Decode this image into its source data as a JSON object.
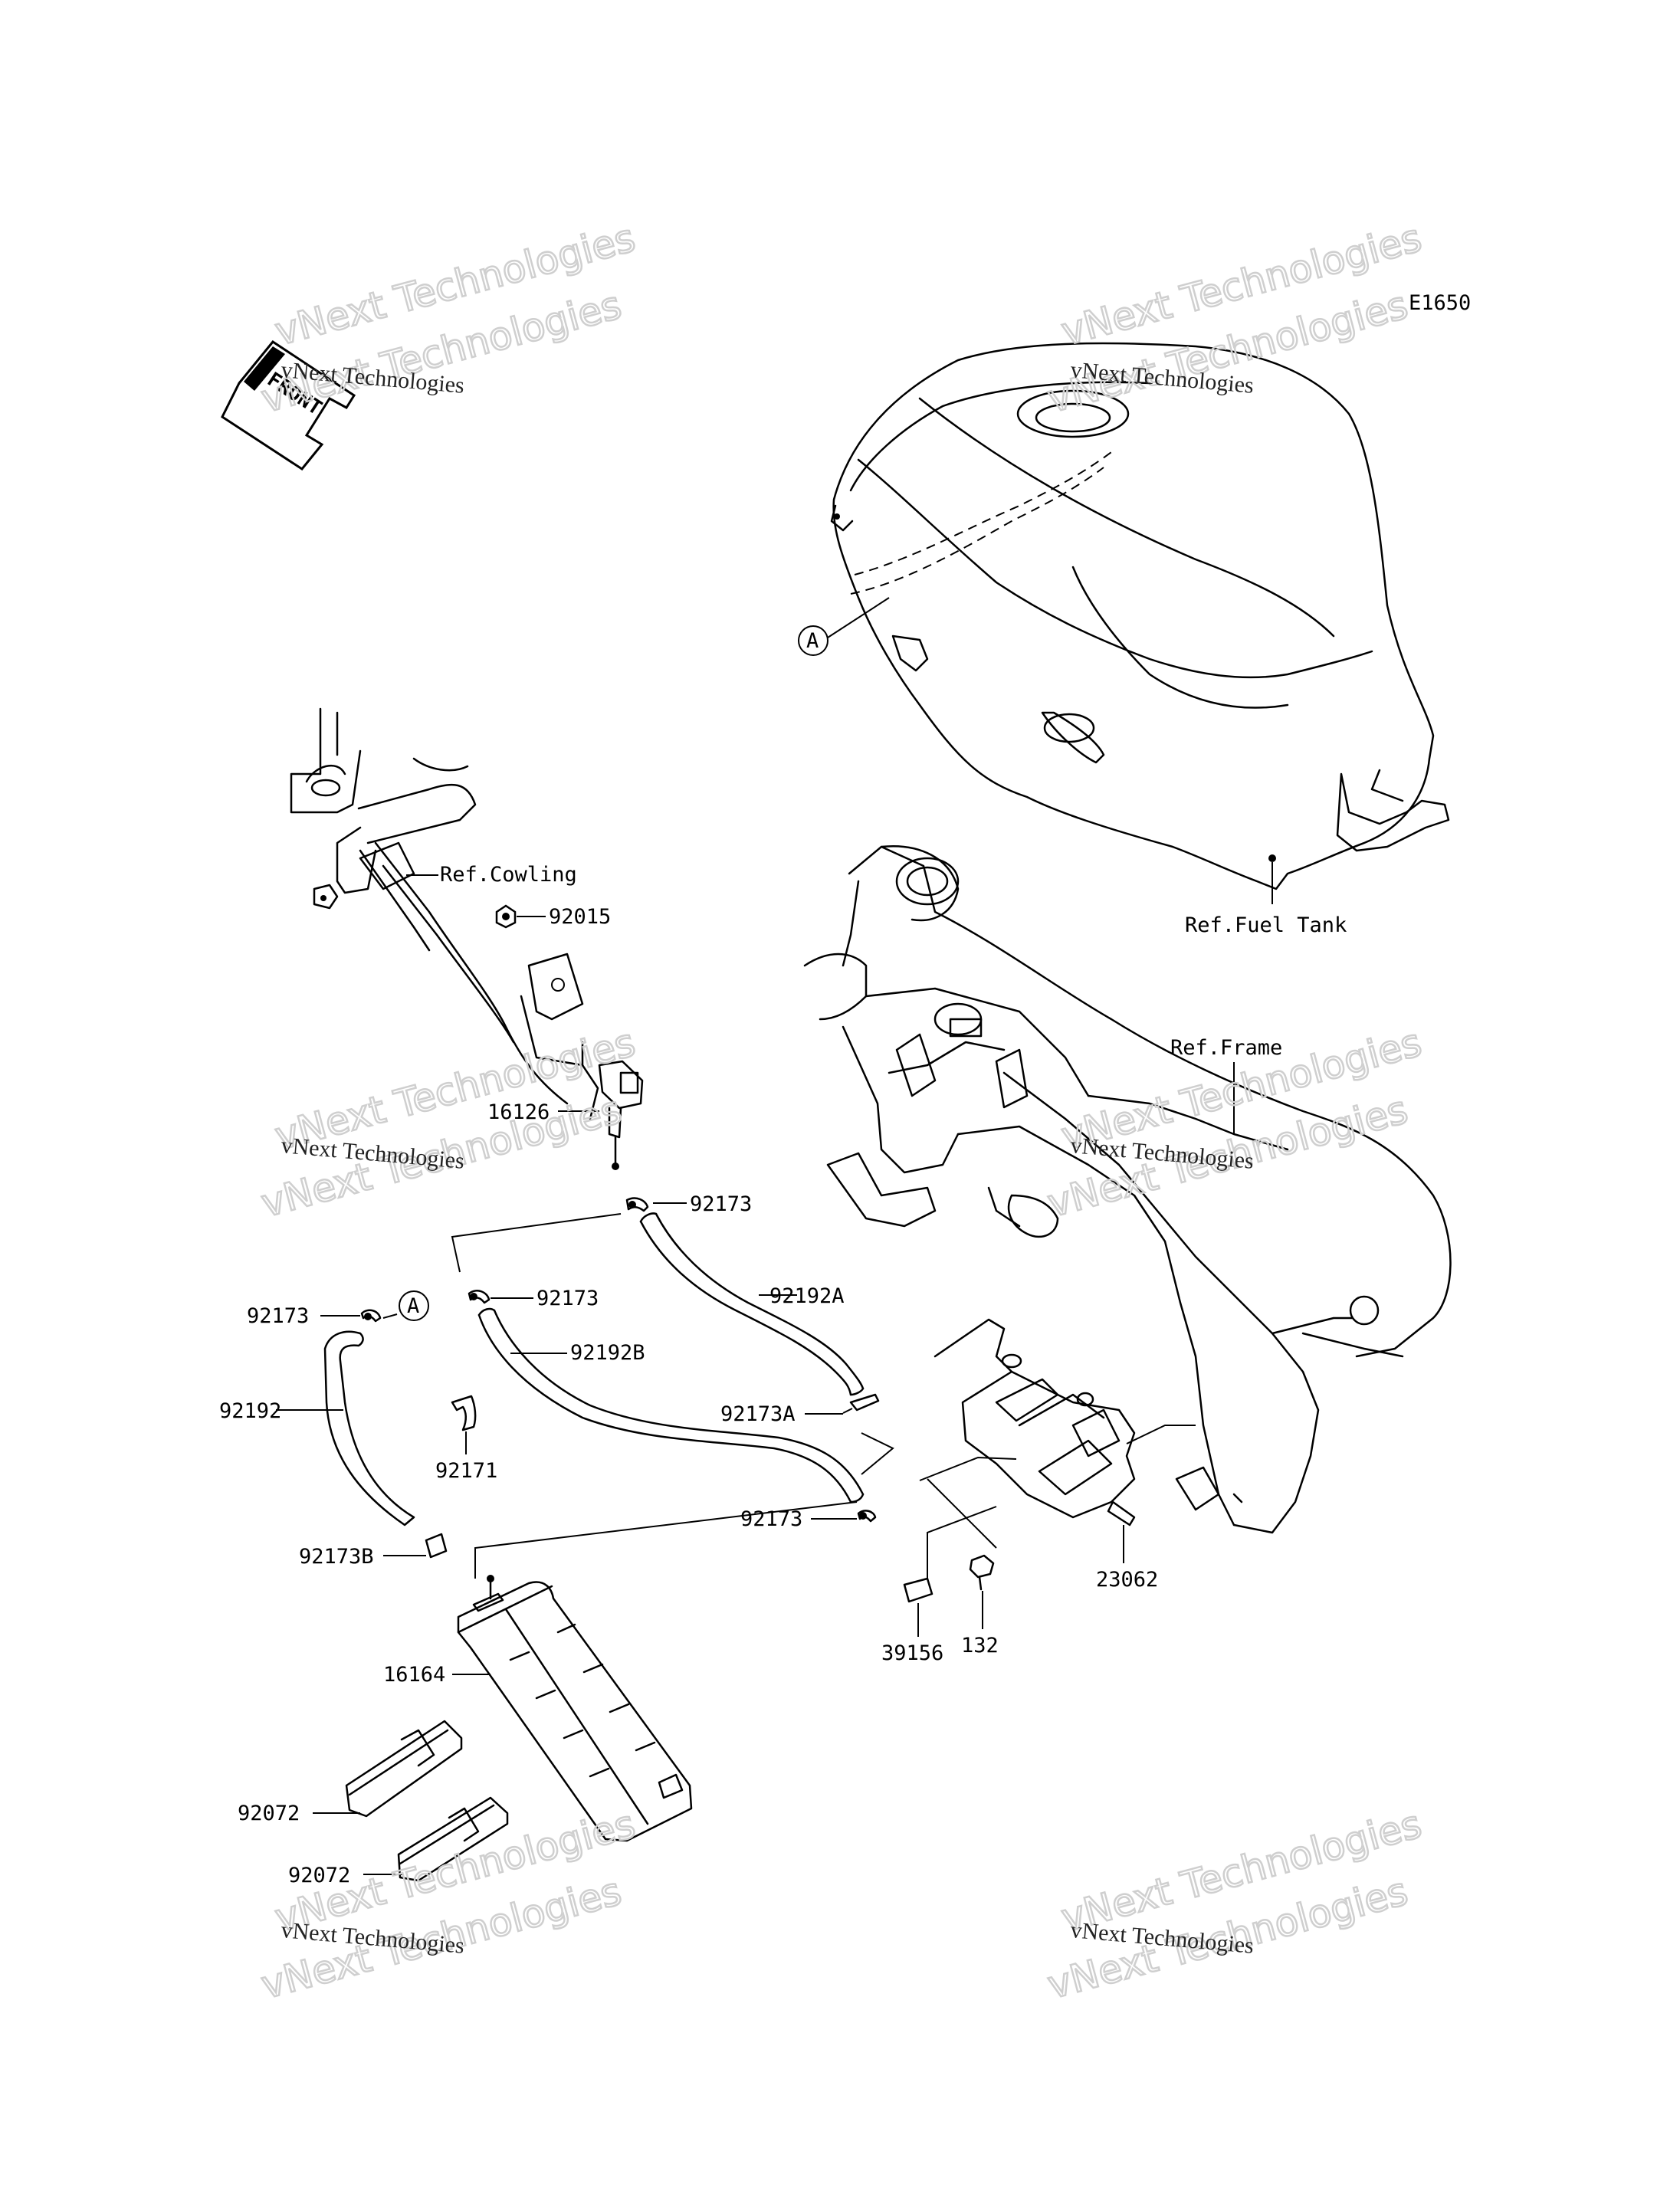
{
  "diagram_code": "E1650",
  "front_badge": "FRONT",
  "watermarks": [
    {
      "line1": "vNext Technologies",
      "line2": "vNext Technologies"
    },
    {
      "line1": "vNext Technologies",
      "line2": "vNext Technologies"
    },
    {
      "line1": "vNext Technologies",
      "line2": "vNext Technologies"
    },
    {
      "line1": "vNext Technologies",
      "line2": "vNext Technologies"
    },
    {
      "line1": "vNext Technologies",
      "line2": "vNext Technologies"
    },
    {
      "line1": "vNext Technologies",
      "line2": "vNext Technologies"
    }
  ],
  "references": {
    "cowling": "Ref.Cowling",
    "fuel_tank": "Ref.Fuel Tank",
    "frame": "Ref.Frame"
  },
  "callout_marker": "A",
  "parts": {
    "p92015": "92015",
    "p16126": "16126",
    "p92173_top": "92173",
    "p92192A": "92192A",
    "p92173_mid": "92173",
    "p92192B": "92192B",
    "p92173_left": "92173",
    "p92192": "92192",
    "p92171": "92171",
    "p92173A": "92173A",
    "p92173_low": "92173",
    "p92173B": "92173B",
    "p16164": "16164",
    "p92072_a": "92072",
    "p92072_b": "92072",
    "p23062": "23062",
    "p39156": "39156",
    "p132": "132"
  }
}
